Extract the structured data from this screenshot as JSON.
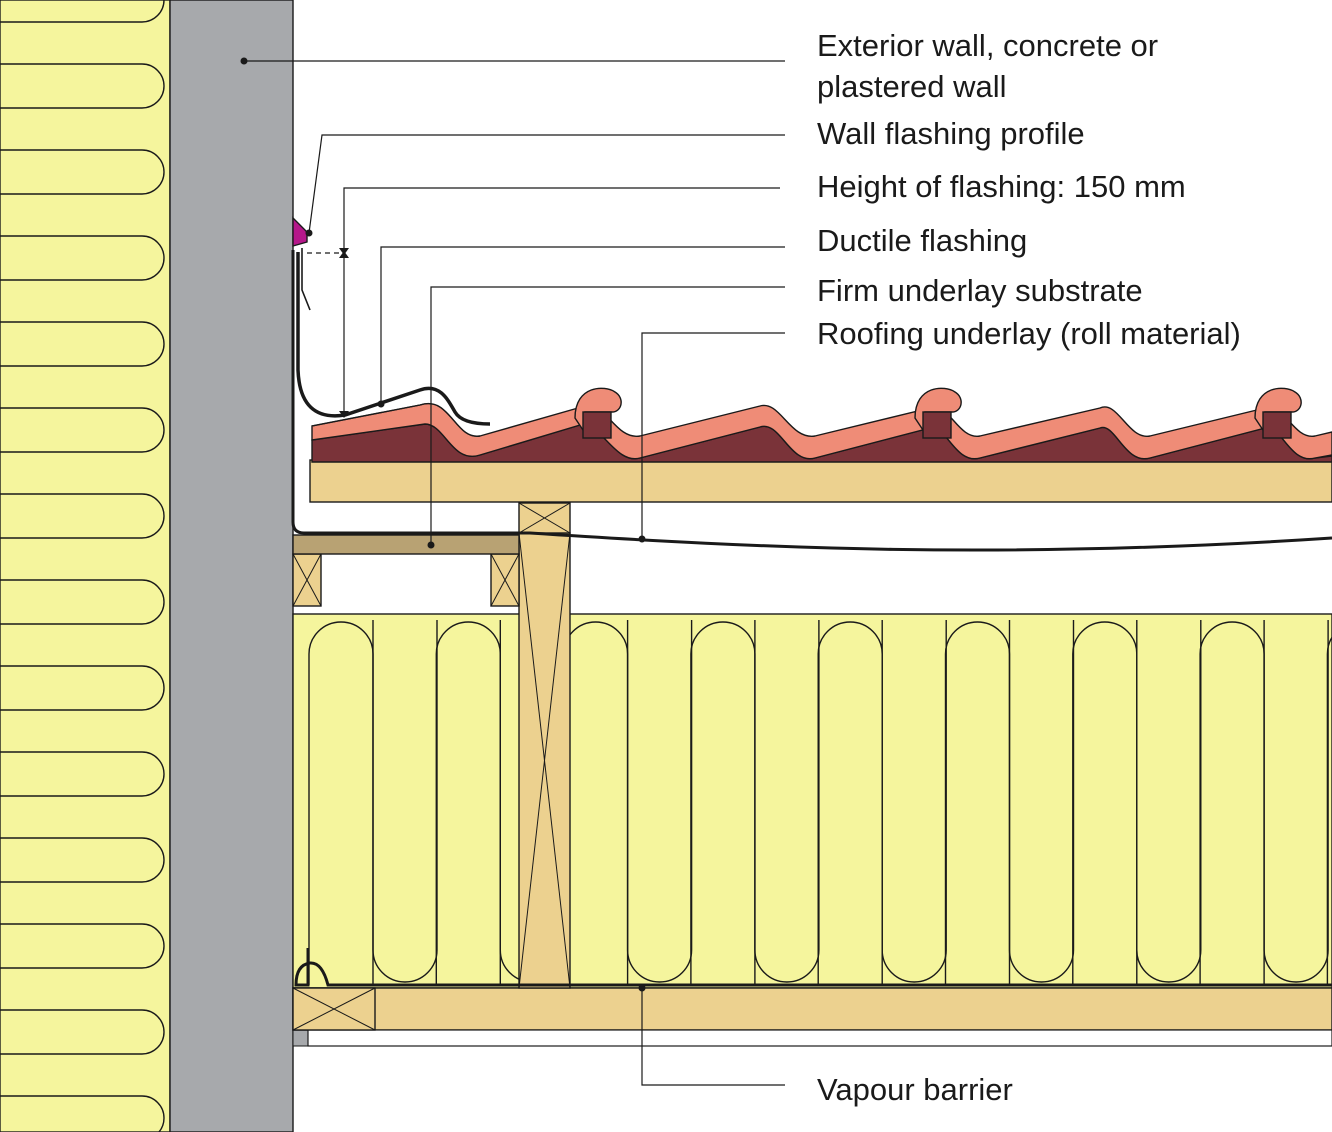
{
  "labels": {
    "exterior_wall_line1": "Exterior wall, concrete or",
    "exterior_wall_line2": "plastered wall",
    "wall_flashing_profile": "Wall flashing profile",
    "flashing_height": "Height of flashing: 150 mm",
    "ductile_flashing": "Ductile flashing",
    "firm_underlay_substrate": "Firm underlay substrate",
    "roofing_underlay": "Roofing underlay (roll material)",
    "vapour_barrier": "Vapour barrier"
  },
  "colors": {
    "insulation": "#f5f59d",
    "concrete_wall": "#a7a9ac",
    "timber": "#ecd18f",
    "substrate": "#b8a273",
    "roof_tile": "#ef8c77",
    "tile_underside": "#7a3339",
    "wall_flashing_profile": "#b5178a",
    "line": "#1a1a1a"
  }
}
